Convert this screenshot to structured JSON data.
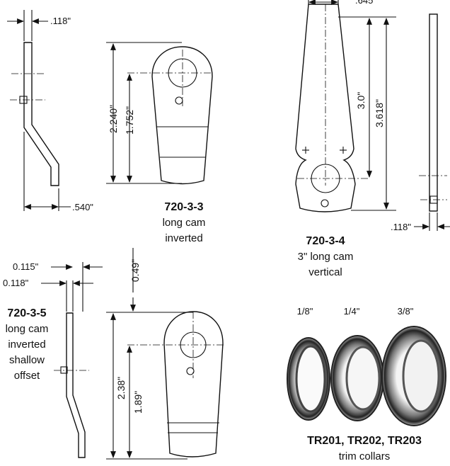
{
  "dims": {
    "d_118_top": ".118\"",
    "d_540": ".540\"",
    "d_2240": "2.240\"",
    "d_1752": "1.752\"",
    "d_645": ".645\"",
    "d_30": "3.0\"",
    "d_3618": "3.618\"",
    "d_118_right": ".118\"",
    "d_0115": "0.115\"",
    "d_0118": "0.118\"",
    "d_049": "0.49\"",
    "d_238": "2.38\"",
    "d_189": "1.89\""
  },
  "captions": {
    "c1": {
      "part": "720-3-3",
      "lines": [
        "long cam",
        "inverted"
      ]
    },
    "c2": {
      "part": "720-3-4",
      "lines": [
        "3\" long cam",
        "vertical"
      ]
    },
    "c3": {
      "part": "720-3-5",
      "lines": [
        "long cam",
        "inverted",
        "shallow",
        "offset"
      ]
    },
    "c4": {
      "part": "TR201, TR202, TR203",
      "lines": [
        "trim collars"
      ]
    }
  },
  "collars": {
    "s": "1/8\"",
    "m": "1/4\"",
    "l": "3/8\""
  }
}
